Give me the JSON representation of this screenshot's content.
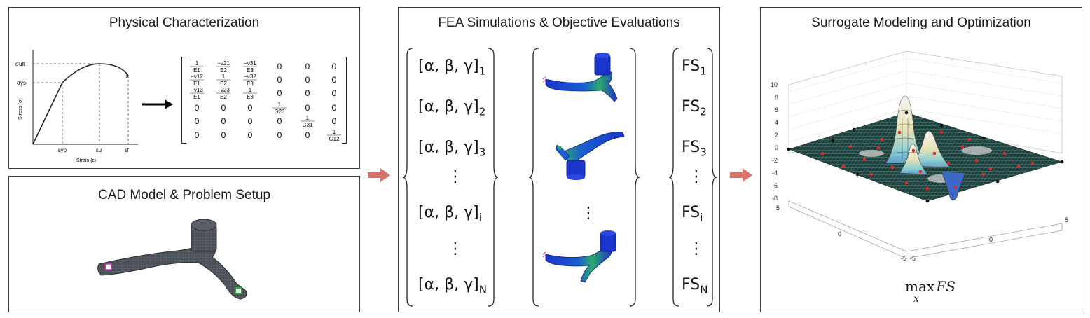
{
  "panels": {
    "physical": {
      "title": "Physical Characterization"
    },
    "cad": {
      "title": "CAD Model & Problem Setup"
    },
    "fea": {
      "title": "FEA Simulations & Objective Evaluations"
    },
    "surrogate": {
      "title": "Surrogate Modeling and Optimization"
    }
  },
  "stress_strain": {
    "ylabel": "Stress (σ)",
    "xlabel": "Strain (ε)",
    "y_ticks": [
      "σult",
      "σys"
    ],
    "x_ticks": [
      "εyp",
      "εu",
      "εf"
    ]
  },
  "matrix": {
    "rows": [
      [
        "1/E1",
        "−ν21/E2",
        "−ν31/E3",
        "0",
        "0",
        "0"
      ],
      [
        "−ν12/E1",
        "1/E2",
        "−ν32/E3",
        "0",
        "0",
        "0"
      ],
      [
        "−ν13/E1",
        "−ν23/E2",
        "1/E3",
        "0",
        "0",
        "0"
      ],
      [
        "0",
        "0",
        "0",
        "1/G23",
        "0",
        "0"
      ],
      [
        "0",
        "0",
        "0",
        "0",
        "1/G31",
        "0"
      ],
      [
        "0",
        "0",
        "0",
        "0",
        "0",
        "1/G12"
      ]
    ]
  },
  "params": {
    "base": "[α, β, γ]",
    "subscripts": [
      "1",
      "2",
      "3",
      "i",
      "N"
    ],
    "ellipsis": "⋮"
  },
  "objectives": {
    "base": "FS",
    "subscripts": [
      "1",
      "2",
      "3",
      "i",
      "N"
    ]
  },
  "surface_plot": {
    "z_ticks": [
      "10",
      "8",
      "6",
      "4",
      "2",
      "0",
      "-2",
      "-4",
      "-6",
      "-8"
    ],
    "y_ticks": [
      "5",
      "0",
      "-5"
    ],
    "x_ticks": [
      "-5",
      "0",
      "5"
    ],
    "formula_op": "max",
    "formula_var": "x",
    "formula_obj": "FS"
  },
  "colors": {
    "arrow": "#d9726a",
    "part": "#4a4e57",
    "fea_blue": "#1a35c9",
    "fea_green": "#2eaa6a",
    "sample_red": "#e02a2a"
  }
}
